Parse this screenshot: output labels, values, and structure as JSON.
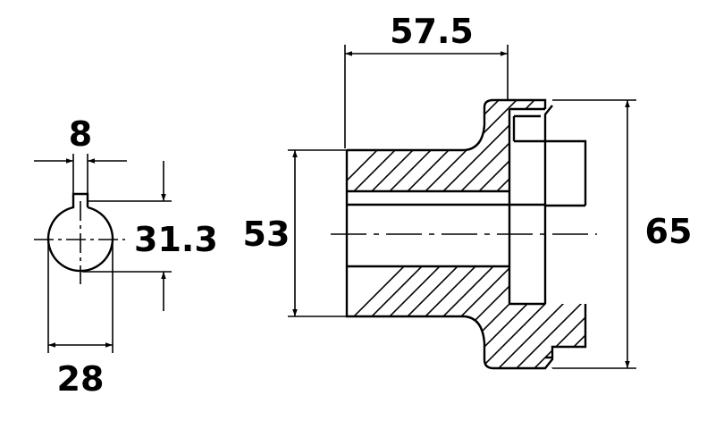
{
  "dimensions": {
    "key_width": "8",
    "key_depth": "31.3",
    "bore_diameter": "28",
    "hub_diameter": "53",
    "overall_length": "57.5",
    "flange_diameter": "65"
  },
  "colors": {
    "line": "#000000",
    "background": "#ffffff"
  }
}
